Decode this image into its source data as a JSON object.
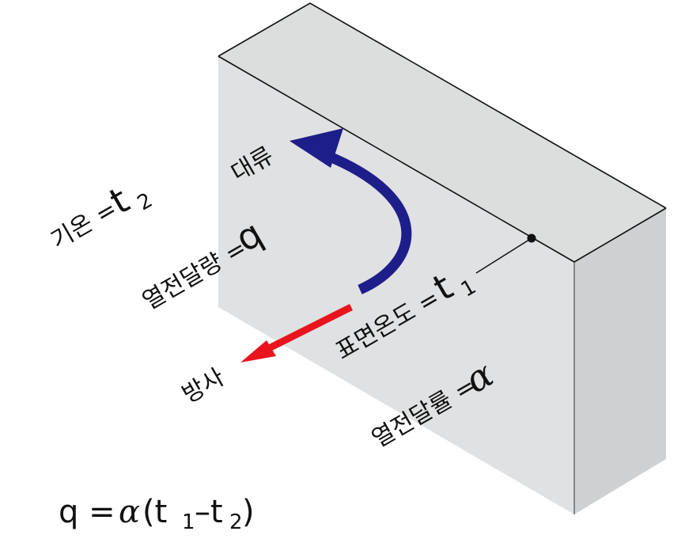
{
  "labels": {
    "air_temp": "기온 =",
    "air_temp_symbol": "t",
    "air_temp_sub": "2",
    "convection": "대류",
    "heat_flow": "열전달량 =",
    "heat_flow_symbol": "q",
    "surface_temp": "표면온도 =",
    "surface_temp_symbol": "t",
    "surface_temp_sub": "1",
    "radiation": "방사",
    "heat_coef": "열전달률 =",
    "heat_coef_symbol": "α"
  },
  "formula": {
    "lhs": "q =",
    "alpha": "α",
    "open": "(t",
    "sub1": "1",
    "minus": "–t",
    "sub2": "2",
    "close": ")"
  },
  "colors": {
    "wall_front": "#e0e1e2",
    "wall_side": "#cfd0d1",
    "wall_top": "#dcdddd",
    "convection_arrow": "#1e1e8a",
    "radiation_arrow": "#e8141e",
    "outline": "#111111"
  }
}
